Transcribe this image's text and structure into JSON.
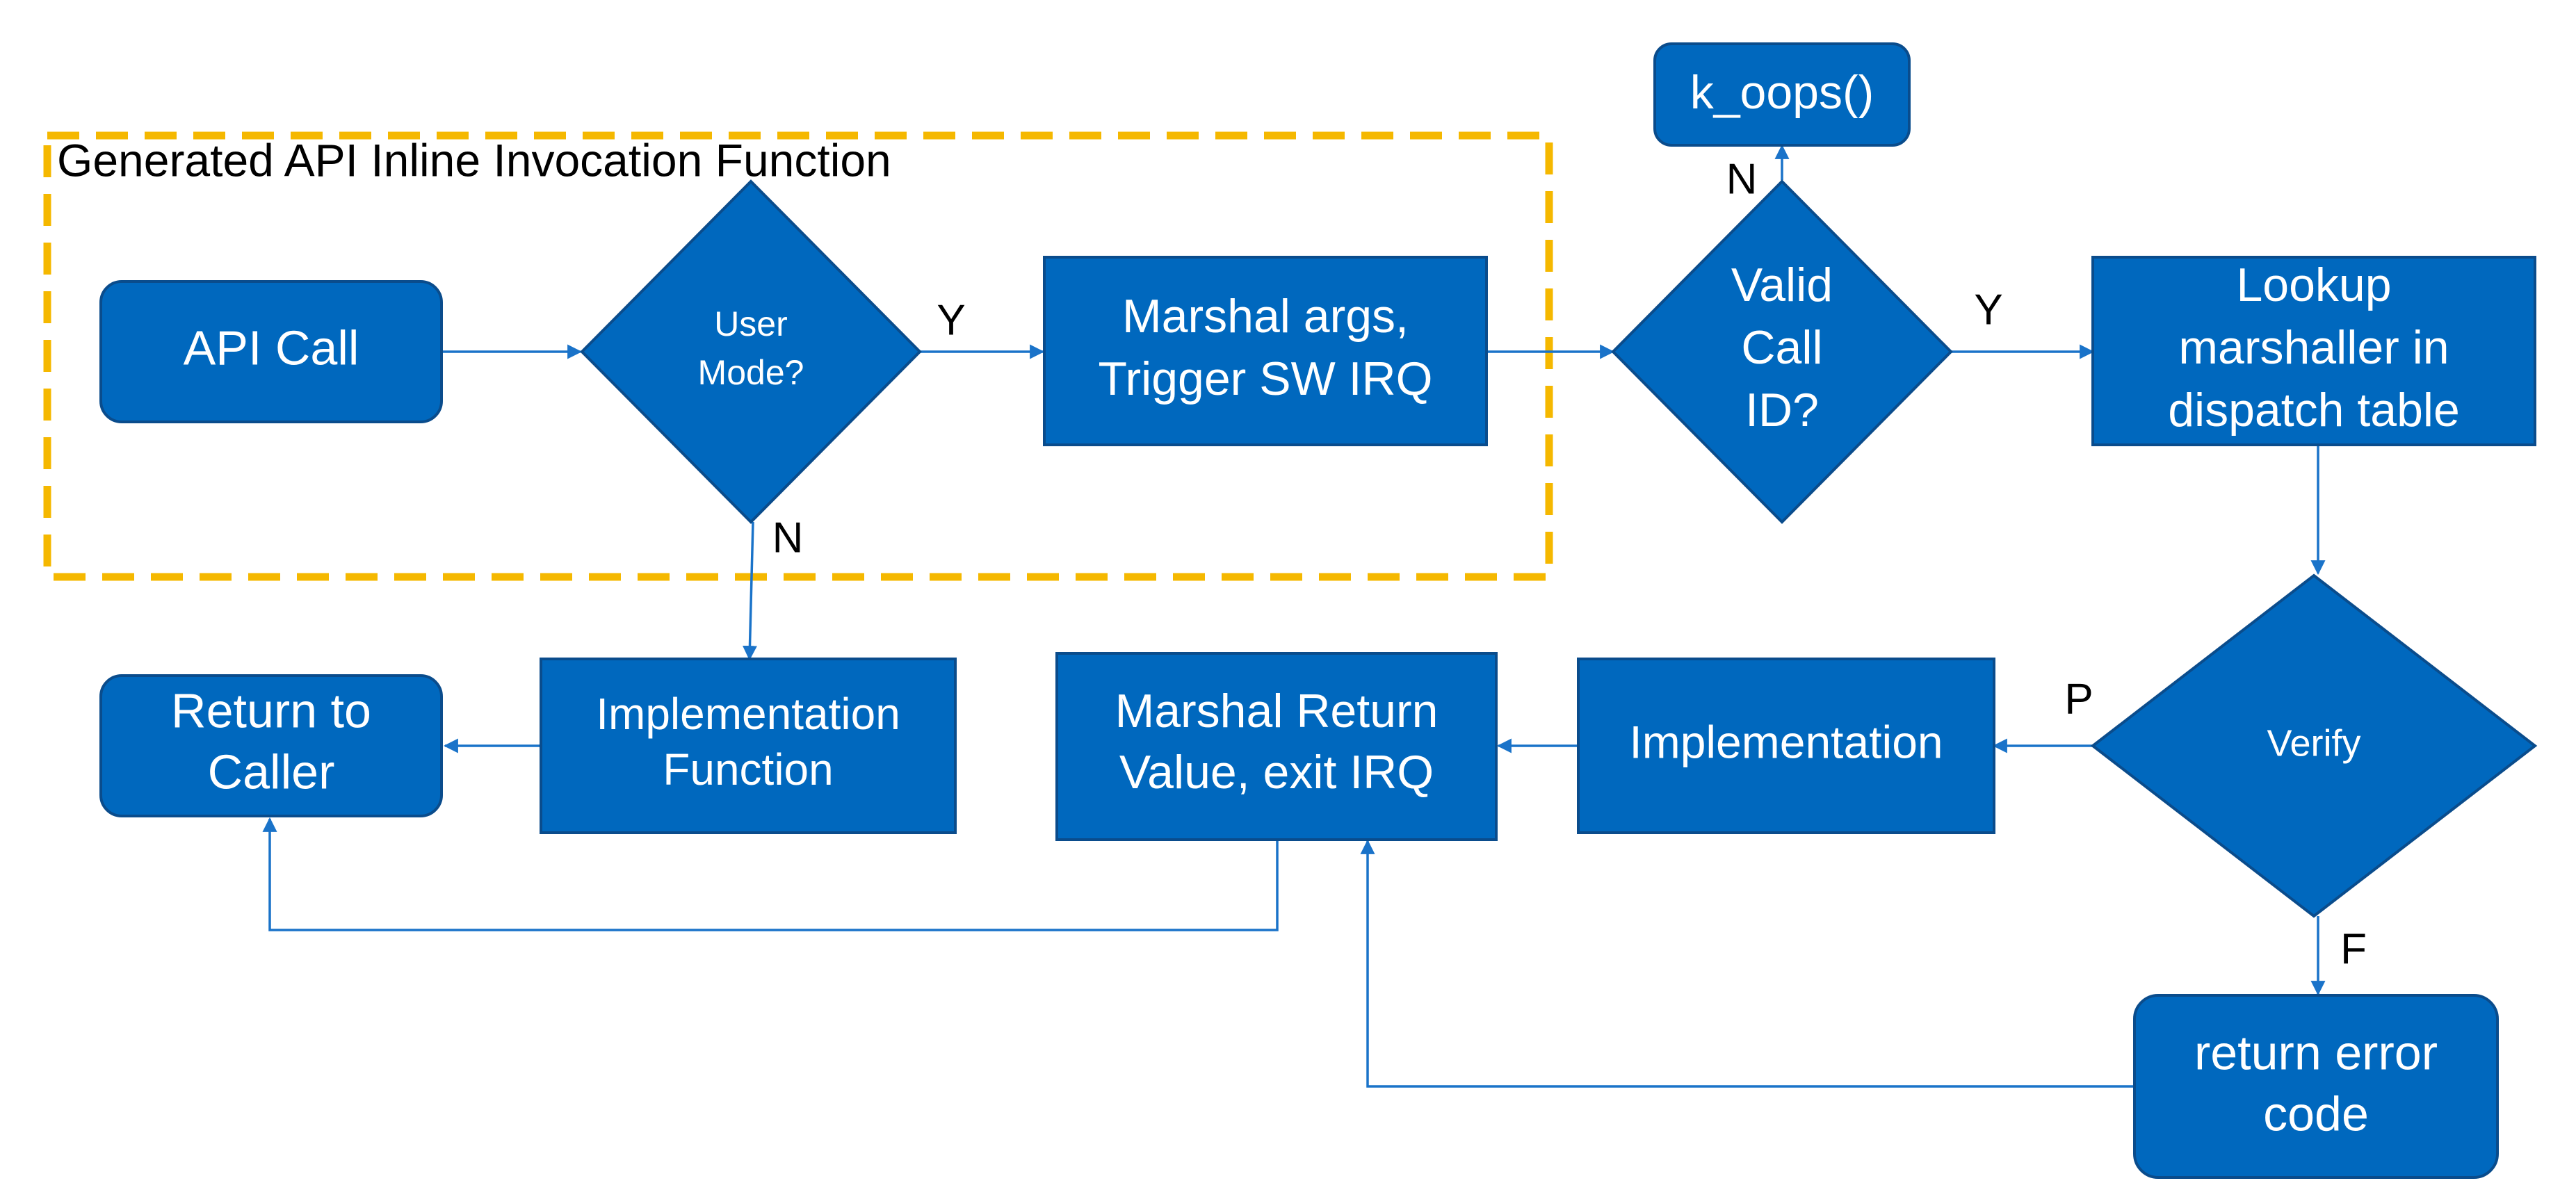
{
  "colors": {
    "node_fill": "#0068BE",
    "node_stroke": "#0A4C8C",
    "edge": "#1A73C9",
    "group_border": "#F5B800"
  },
  "group": {
    "label": "Generated API Inline Invocation Function"
  },
  "nodes": {
    "api_call": "API Call",
    "user_mode": [
      "User",
      "Mode?"
    ],
    "marshal_args": [
      "Marshal args,",
      "Trigger SW IRQ"
    ],
    "valid_call_id": [
      "Valid",
      "Call",
      "ID?"
    ],
    "k_oops": "k_oops()",
    "lookup": [
      "Lookup",
      "marshaller in",
      "dispatch table"
    ],
    "verify": "Verify",
    "implementation": "Implementation",
    "marshal_return": [
      "Marshal Return",
      "Value, exit IRQ"
    ],
    "impl_function": [
      "Implementation",
      "Function"
    ],
    "return_to_caller": [
      "Return to",
      "Caller"
    ],
    "return_error": [
      "return error",
      "code"
    ]
  },
  "edge_labels": {
    "user_mode_yes": "Y",
    "user_mode_no": "N",
    "valid_yes": "Y",
    "valid_no": "N",
    "verify_pass": "P",
    "verify_fail": "F"
  }
}
